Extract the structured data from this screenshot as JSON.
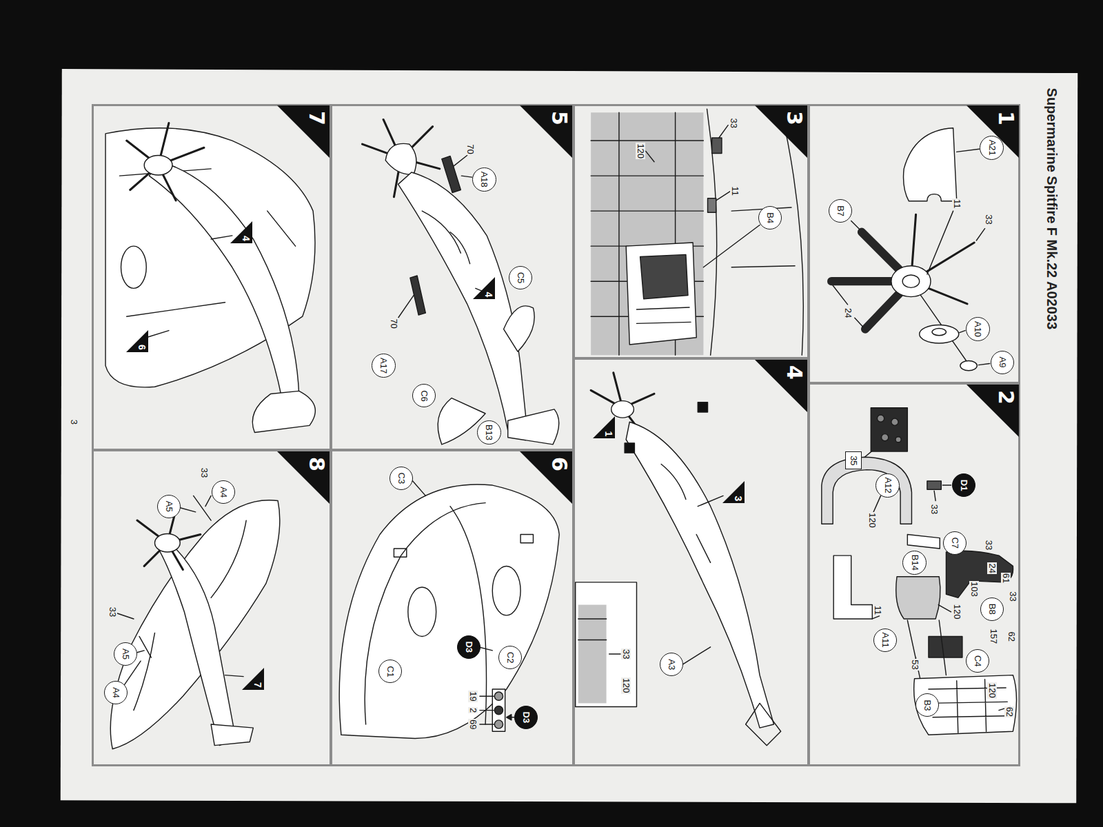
{
  "diagram": {
    "title": "Supermarine Spitfire F Mk.22 A02033",
    "nodes": [
      {
        "text": [
          "1"
        ]
      },
      {
        "text": [
          "A21"
        ],
        "in": 0
      },
      {
        "text": [
          "B7"
        ],
        "in": 0
      },
      {
        "text": [
          "A10"
        ],
        "in": 0
      },
      {
        "text": [
          "A9"
        ],
        "in": 0
      },
      {
        "text": [
          "2"
        ]
      },
      {
        "text": [
          "35"
        ],
        "in": 5
      },
      {
        "text": [
          "A12"
        ],
        "in": 5
      },
      {
        "text": [
          "D1"
        ],
        "in": 5
      },
      {
        "text": [
          "C7"
        ],
        "in": 5
      },
      {
        "text": [
          "B14"
        ],
        "in": 5
      },
      {
        "text": [
          "B8"
        ],
        "in": 5
      },
      {
        "text": [
          "C4"
        ],
        "in": 5
      },
      {
        "text": [
          "A11"
        ],
        "in": 5
      },
      {
        "text": [
          "B3"
        ],
        "in": 5
      },
      {
        "text": [
          "3"
        ]
      },
      {
        "text": [
          "B4"
        ],
        "in": 15
      },
      {
        "text": [
          "4"
        ]
      },
      {
        "text": [
          "1"
        ],
        "in": 17
      },
      {
        "text": [
          "3"
        ],
        "in": 17
      },
      {
        "text": [
          "A3"
        ],
        "in": 17
      },
      {
        "text": [
          "5"
        ]
      },
      {
        "text": [
          "A18"
        ],
        "in": 21
      },
      {
        "text": [
          "A17"
        ],
        "in": 21
      },
      {
        "text": [
          "4"
        ],
        "in": 21
      },
      {
        "text": [
          "C5"
        ],
        "in": 21
      },
      {
        "text": [
          "C6"
        ],
        "in": 21
      },
      {
        "text": [
          "B13"
        ],
        "in": 21
      },
      {
        "text": [
          "6"
        ]
      },
      {
        "text": [
          "C3"
        ],
        "in": 28
      },
      {
        "text": [
          "D3"
        ],
        "in": 28
      },
      {
        "text": [
          "C2"
        ],
        "in": 28
      },
      {
        "text": [
          "C1"
        ],
        "in": 28
      },
      {
        "text": [
          "D3"
        ],
        "in": 28
      },
      {
        "text": [
          "7"
        ]
      },
      {
        "text": [
          "4"
        ],
        "in": 34
      },
      {
        "text": [
          "6"
        ],
        "in": 34
      },
      {
        "text": [
          "8"
        ]
      },
      {
        "text": [
          "A4"
        ],
        "in": 37
      },
      {
        "text": [
          "A5"
        ],
        "in": 37
      },
      {
        "text": [
          "A5"
        ],
        "in": 37
      },
      {
        "text": [
          "A4"
        ],
        "in": 37
      },
      {
        "text": [
          "7"
        ],
        "in": 37
      }
    ],
    "labels": [
      "11",
      "33",
      "24",
      "33",
      "120",
      "33",
      "24",
      "61",
      "33",
      "103",
      "62",
      "157",
      "120",
      "11",
      "53",
      "120",
      "62",
      "33",
      "11",
      "120",
      "33",
      "120",
      "70",
      "70",
      "19",
      "2",
      "69",
      "33",
      "33",
      "3"
    ]
  }
}
